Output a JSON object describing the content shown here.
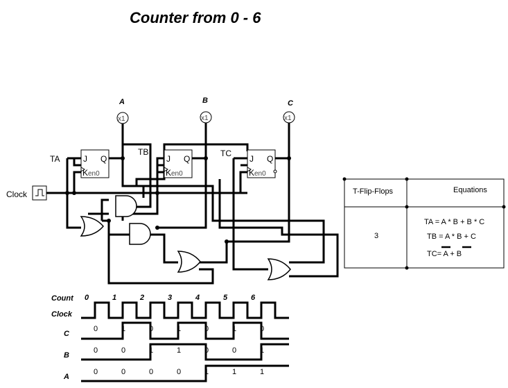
{
  "title": "Counter from 0 - 6",
  "probes": [
    {
      "name": "A",
      "label": "x1"
    },
    {
      "name": "B",
      "label": "x1"
    },
    {
      "name": "C",
      "label": "x1"
    }
  ],
  "flipflops": [
    {
      "input": "TA",
      "j": "J",
      "q": "Q",
      "k": "K",
      "en": "en0"
    },
    {
      "input": "TB",
      "j": "J",
      "q": "Q",
      "k": "K",
      "en": "en0"
    },
    {
      "input": "TC",
      "j": "J",
      "q": "Q",
      "k": "K",
      "en": "en0"
    }
  ],
  "clock_label": "Clock",
  "table": {
    "headers": [
      "T-Flip-Flops",
      "Equations"
    ],
    "count": "3",
    "equations": [
      "TA = A * B + B * C",
      "TB = A * B + C",
      "TC= A  +   B"
    ]
  },
  "timing": {
    "labels": [
      "Count",
      "Clock",
      "C",
      "B",
      "A"
    ],
    "counts": [
      "0",
      "1",
      "2",
      "3",
      "4",
      "5",
      "6"
    ],
    "C": [
      "0",
      "1",
      "0",
      "1",
      "0",
      "1",
      "0"
    ],
    "B": [
      "0",
      "0",
      "1",
      "1",
      "0",
      "0",
      "1"
    ],
    "A": [
      "0",
      "0",
      "0",
      "0",
      "1",
      "1",
      "1"
    ]
  }
}
